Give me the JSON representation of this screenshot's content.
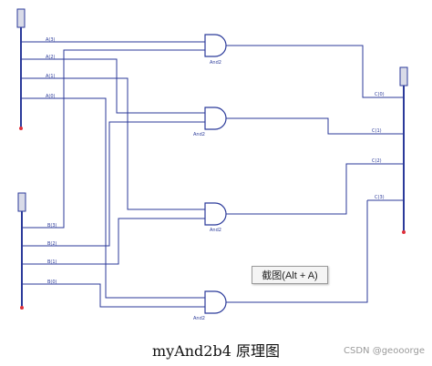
{
  "caption": "myAnd2b4 原理图",
  "watermark": "CSDN @geooorge",
  "tooltip": "截图(Alt + A)",
  "gate_label": "And2",
  "input_bus_a": {
    "pin_labels": [
      "A(3)",
      "A(2)",
      "A(1)",
      "A(0)"
    ]
  },
  "input_bus_b": {
    "pin_labels": [
      "B(3)",
      "B(2)",
      "B(1)",
      "B(0)"
    ]
  },
  "output_bus_c": {
    "pin_labels": [
      "C(0)",
      "C(1)",
      "C(2)",
      "C(3)"
    ]
  },
  "colors": {
    "wire": "#2b3a9a",
    "bus_end": "#e0303a",
    "caption": "#111111",
    "watermark": "#9a9a9a"
  }
}
